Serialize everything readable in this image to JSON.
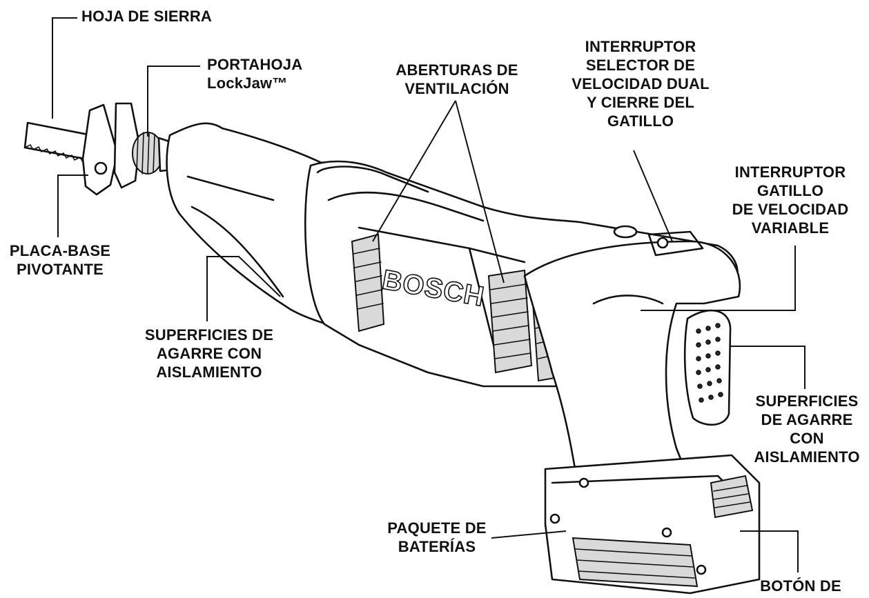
{
  "brand_logo": "BOSCH",
  "labels": {
    "blade": [
      "HOJA DE SIERRA"
    ],
    "blade_holder": [
      "PORTAHOJA",
      "LockJaw™"
    ],
    "vents": [
      "ABERTURAS DE",
      "VENTILACIÓN"
    ],
    "selector_switch": [
      "INTERRUPTOR",
      "SELECTOR DE",
      "VELOCIDAD DUAL",
      "Y CIERRE DEL",
      "GATILLO"
    ],
    "trigger_switch": [
      "INTERRUPTOR",
      "GATILLO",
      "DE VELOCIDAD",
      "VARIABLE"
    ],
    "footplate": [
      "PLACA-BASE",
      "PIVOTANTE"
    ],
    "grip_left": [
      "SUPERFICIES DE",
      "AGARRE CON",
      "AISLAMIENTO"
    ],
    "grip_right": [
      "SUPERFICIES",
      "DE AGARRE",
      "CON",
      "AISLAMIENTO"
    ],
    "battery_pack": [
      "PAQUETE DE",
      "BATERÍAS"
    ],
    "release_button": [
      "BOTÓN DE"
    ]
  },
  "colors": {
    "ink": "#111111",
    "background": "#ffffff",
    "shade": "#d9d9d9"
  }
}
